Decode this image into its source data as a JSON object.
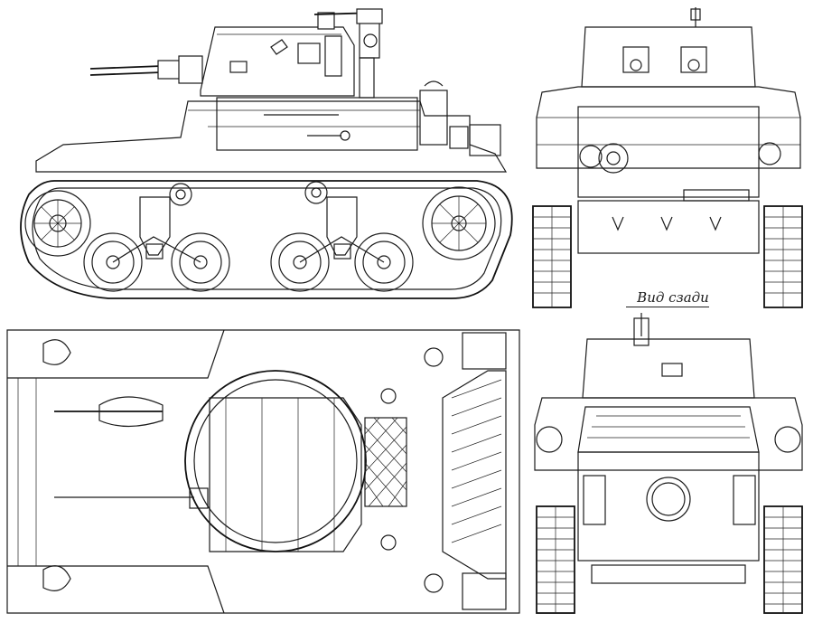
{
  "caption": {
    "rear_view": "Вид сзади"
  },
  "views": [
    {
      "id": "side-view",
      "icon": "tank-side-profile"
    },
    {
      "id": "rear-view",
      "icon": "tank-rear-elevation"
    },
    {
      "id": "top-view",
      "icon": "tank-plan-view"
    },
    {
      "id": "front-view",
      "icon": "tank-front-elevation"
    }
  ]
}
